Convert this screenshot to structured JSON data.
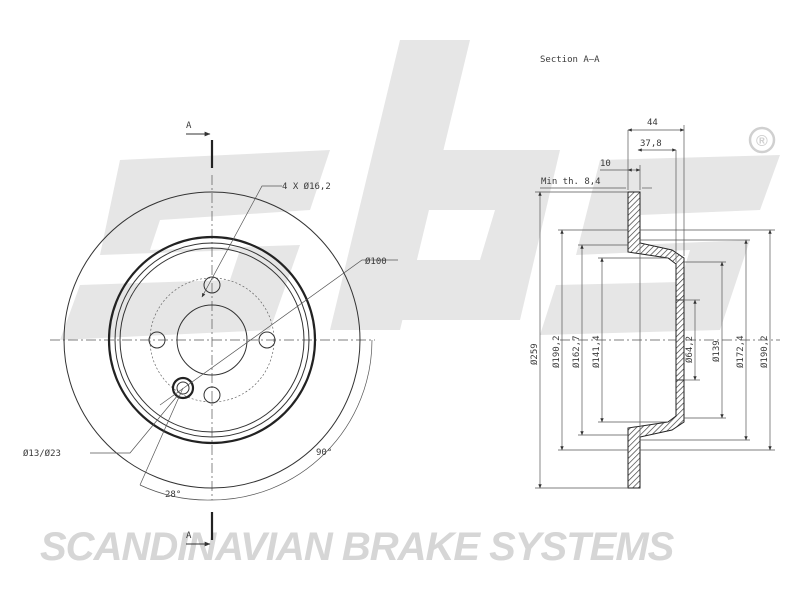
{
  "watermark": {
    "brand_text": "SCANDINAVIAN BRAKE SYSTEMS",
    "registered_mark": "®"
  },
  "section_view": {
    "title": "Section A–A",
    "cut_marker_label": "A",
    "dims": {
      "d44": "44",
      "d378": "37,8",
      "d10": "10",
      "min_th": "Min th. 8,4",
      "outer_259": "Ø259",
      "d1902_left": "Ø190,2",
      "d1627": "Ø162,7",
      "d1414": "Ø141,4",
      "d642": "Ø64,2",
      "d139": "Ø139",
      "d1724": "Ø172,4",
      "d1902_right": "Ø190,2"
    }
  },
  "front_view": {
    "bolt_holes_label": "4 X Ø16,2",
    "pcd_label": "Ø100",
    "aux_hole_label": "Ø13/Ø23",
    "angle_90": "90°",
    "angle_28": "28°"
  }
}
